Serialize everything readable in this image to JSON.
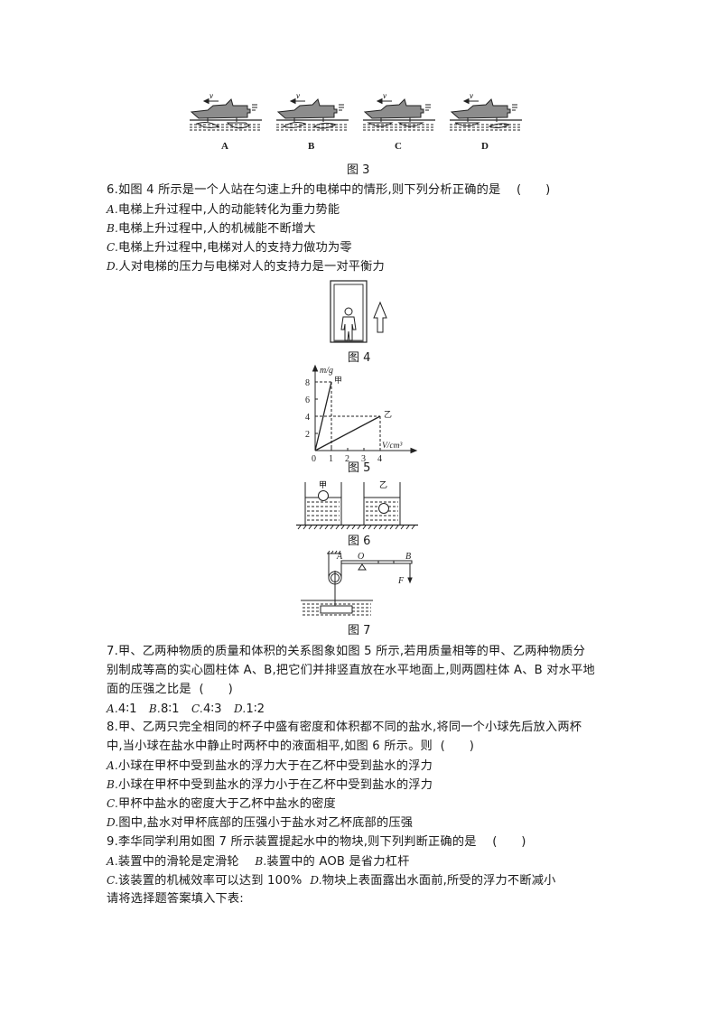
{
  "figure3": {
    "caption": "图 3",
    "boats": [
      {
        "label": "A",
        "velocity_label": "v"
      },
      {
        "label": "B",
        "velocity_label": "v"
      },
      {
        "label": "C",
        "velocity_label": "v"
      },
      {
        "label": "D",
        "velocity_label": "v"
      }
    ]
  },
  "q6": {
    "stem": "6.如图 4 所示是一个人站在匀速上升的电梯中的情形,则下列分析正确的是",
    "blank": "(　　)",
    "options": [
      {
        "letter": "A.",
        "text": "电梯上升过程中,人的动能转化为重力势能"
      },
      {
        "letter": "B.",
        "text": "电梯上升过程中,人的机械能不断增大"
      },
      {
        "letter": "C.",
        "text": "电梯上升过程中,电梯对人的支持力做功为零"
      },
      {
        "letter": "D.",
        "text": "人对电梯的压力与电梯对人的支持力是一对平衡力"
      }
    ]
  },
  "figure4": {
    "caption": "图 4",
    "icons": [
      "elevator-icon",
      "person-icon",
      "up-arrow-icon"
    ]
  },
  "figure5": {
    "caption": "图 5",
    "ylabel": "m/g",
    "xlabel": "V/cm³",
    "yticks": [
      "2",
      "4",
      "6",
      "8"
    ],
    "xticks": [
      "0",
      "1",
      "2",
      "3",
      "4"
    ],
    "series_labels": [
      "甲",
      "乙"
    ]
  },
  "chart_data": {
    "type": "line",
    "title": "图 5",
    "xlabel": "V/cm³",
    "ylabel": "m/g",
    "xlim": [
      0,
      4.5
    ],
    "ylim": [
      0,
      9
    ],
    "grid": false,
    "series": [
      {
        "name": "甲",
        "x": [
          0,
          1
        ],
        "y": [
          0,
          8
        ]
      },
      {
        "name": "乙",
        "x": [
          0,
          4
        ],
        "y": [
          0,
          4
        ]
      }
    ],
    "annotations": [
      "dashed guide lines at x=1,y=8 and x=4,y=4"
    ]
  },
  "figure6": {
    "caption": "图 6",
    "cup_labels": [
      "甲",
      "乙"
    ]
  },
  "figure7": {
    "caption": "图 7",
    "point_labels": [
      "A",
      "O",
      "B"
    ],
    "force_label": "F"
  },
  "q7": {
    "lines": [
      "7.甲、乙两种物质的质量和体积的关系图象如图 5 所示,若用质量相等的甲、乙两种物质分",
      "别制成等高的实心圆柱体 A、B,把它们并排竖直放在水平地面上,则两圆柱体 A、B 对水平地",
      "面的压强之比是"
    ],
    "blank": "(　　)",
    "options": [
      {
        "letter": "A.",
        "text": "4∶1"
      },
      {
        "letter": "B.",
        "text": "8∶1"
      },
      {
        "letter": "C.",
        "text": "4∶3"
      },
      {
        "letter": "D.",
        "text": "1∶2"
      }
    ]
  },
  "q8": {
    "lines": [
      "8.甲、乙两只完全相同的杯子中盛有密度和体积都不同的盐水,将同一个小球先后放入两杯",
      "中,当小球在盐水中静止时两杯中的液面相平,如图 6 所示。则"
    ],
    "blank": "(　　)",
    "options": [
      {
        "letter": "A.",
        "text": "小球在甲杯中受到盐水的浮力大于在乙杯中受到盐水的浮力"
      },
      {
        "letter": "B.",
        "text": "小球在甲杯中受到盐水的浮力小于在乙杯中受到盐水的浮力"
      },
      {
        "letter": "C.",
        "text": "甲杯中盐水的密度大于乙杯中盐水的密度"
      },
      {
        "letter": "D.",
        "text": "图中,盐水对甲杯底部的压强小于盐水对乙杯底部的压强"
      }
    ]
  },
  "q9": {
    "stem": "9.李华同学利用如图 7 所示装置提起水中的物块,则下列判断正确的是",
    "blank": "(　　)",
    "options": [
      {
        "letter": "A.",
        "text": "装置中的滑轮是定滑轮"
      },
      {
        "letter": "B.",
        "text": "装置中的 AOB 是省力杠杆"
      },
      {
        "letter": "C.",
        "text": "该装置的机械效率可以达到 100%"
      },
      {
        "letter": "D.",
        "text": "物块上表面露出水面前,所受的浮力不断减小"
      }
    ]
  },
  "footer": {
    "instruction": "请将选择题答案填入下表:"
  }
}
